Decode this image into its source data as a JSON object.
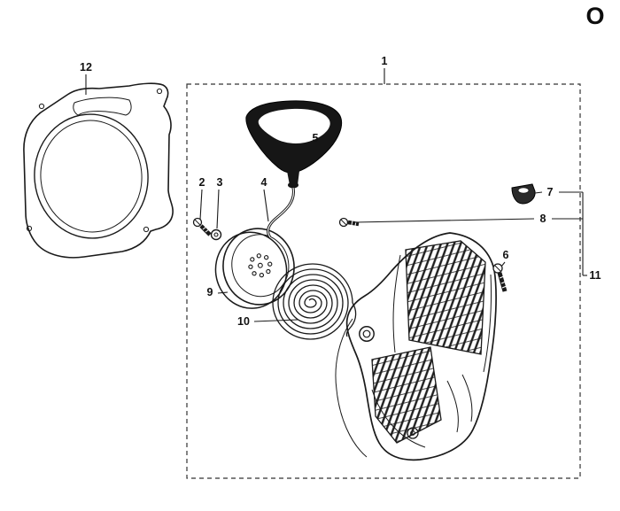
{
  "header": {
    "section_letter": "O"
  },
  "diagram": {
    "callouts": {
      "c1": "1",
      "c2": "2",
      "c3": "3",
      "c4": "4",
      "c5": "5",
      "c6": "6",
      "c7": "7",
      "c8": "8",
      "c9": "9",
      "c10": "10",
      "c11": "11",
      "c12": "12"
    },
    "colors": {
      "line": "#1a1a1a",
      "fill_dark": "#161616",
      "background": "#ffffff"
    }
  }
}
